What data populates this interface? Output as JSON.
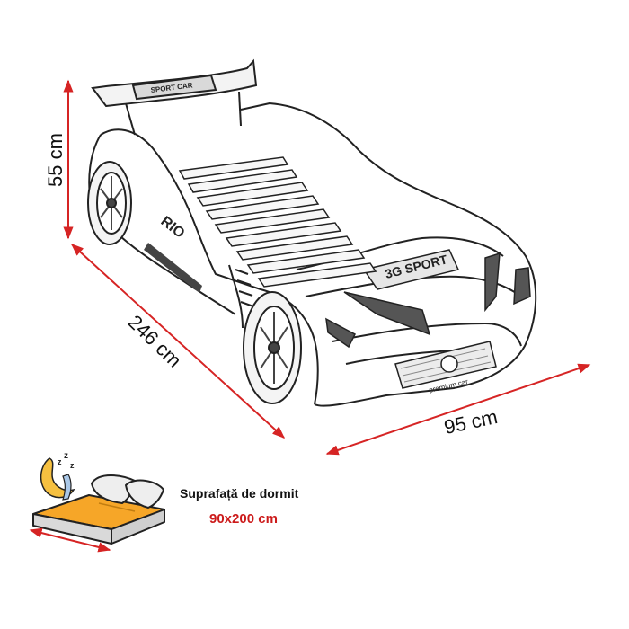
{
  "dimensions": {
    "height": "55 cm",
    "length": "246 cm",
    "width": "95 cm"
  },
  "car": {
    "spoiler_text": "SPORT CAR",
    "hood_text": "3G SPORT",
    "side_text": "RIO",
    "grille_text": "premium car"
  },
  "sleeping_area": {
    "title": "Suprafață de dormit",
    "size": "90x200 cm"
  },
  "colors": {
    "dimension_arrow": "#d62424",
    "size_text": "#cc1b1b",
    "mattress": "#f6a628",
    "outline": "#222222"
  },
  "icons": [
    "moon-sleep-icon",
    "pillow-icon",
    "mattress-icon"
  ]
}
